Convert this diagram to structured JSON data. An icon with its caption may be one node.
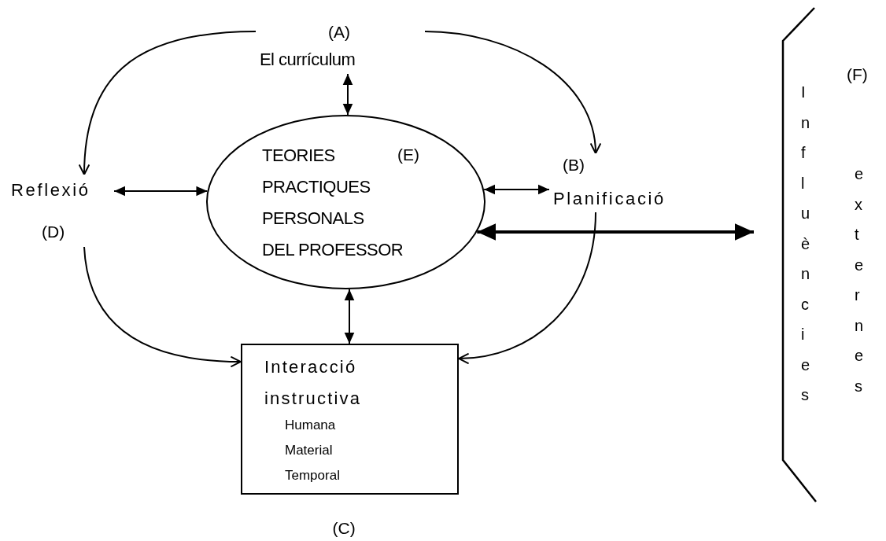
{
  "diagram": {
    "nodes": [
      {
        "text": [
          "(A)",
          "El currículum"
        ]
      },
      {
        "text": [
          "(B)",
          "Planificació"
        ]
      },
      {
        "text": [
          "Interacció instructiva",
          "Humana",
          "Material",
          "Temporal"
        ],
        "beside": [
          "(C)"
        ]
      },
      {
        "text": [
          "Reflexió",
          "(D)"
        ]
      },
      {
        "text": [
          "TEORIES",
          "PRACTIQUES",
          "PERSONALS",
          "DEL PROFESSOR",
          "(E)"
        ]
      },
      {
        "text": [
          "(F)",
          "Influències",
          "externes"
        ]
      }
    ],
    "edges": [
      {
        "from": 0,
        "to": 1,
        "arrow": "to"
      },
      {
        "from": 0,
        "to": 3,
        "arrow": "to"
      },
      {
        "from": 1,
        "to": 2,
        "arrow": "to"
      },
      {
        "from": 3,
        "to": 2,
        "arrow": "to"
      },
      {
        "from": 0,
        "to": 4,
        "arrow": "both"
      },
      {
        "from": 3,
        "to": 4,
        "arrow": "both"
      },
      {
        "from": 4,
        "to": 1,
        "arrow": "both"
      },
      {
        "from": 4,
        "to": 2,
        "arrow": "both"
      },
      {
        "from": 4,
        "to": 5,
        "arrow": "both",
        "style": "thick"
      }
    ]
  }
}
